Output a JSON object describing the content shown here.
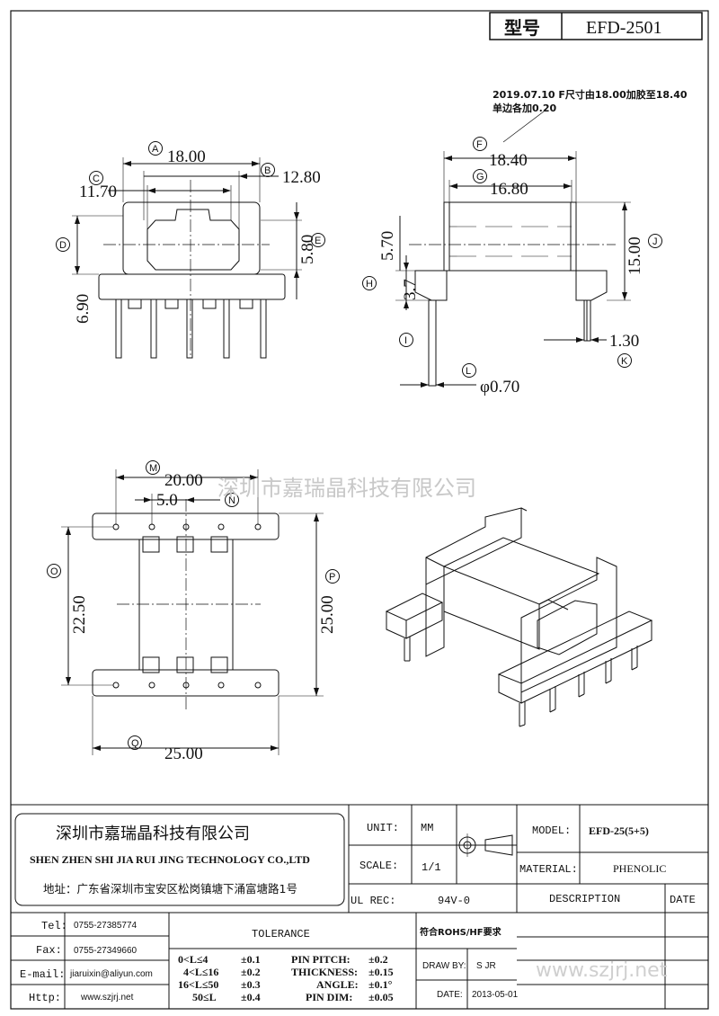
{
  "header": {
    "label": "型号",
    "model": "EFD-2501"
  },
  "note": {
    "line1": "2019.07.10 F尺寸由18.00加胶至18.40",
    "line2": "单边各加0.20"
  },
  "dims": {
    "A": {
      "letter": "A",
      "value": "18.00"
    },
    "B": {
      "letter": "B",
      "value": "12.80"
    },
    "C": {
      "letter": "C",
      "value": "11.70"
    },
    "D": {
      "letter": "D",
      "value": "6.90"
    },
    "E": {
      "letter": "E",
      "value": "5.80"
    },
    "F": {
      "letter": "F",
      "value": "18.40"
    },
    "G": {
      "letter": "G",
      "value": "16.80"
    },
    "H": {
      "letter": "H",
      "value": "3.7"
    },
    "H2": {
      "value": "5.70"
    },
    "I": {
      "letter": "I"
    },
    "J": {
      "letter": "J",
      "value": "15.00"
    },
    "K": {
      "letter": "K",
      "value": "1.30"
    },
    "L": {
      "letter": "L",
      "value": "φ0.70"
    },
    "M": {
      "letter": "M",
      "value": "20.00"
    },
    "N": {
      "letter": "N",
      "value": "5.0"
    },
    "O": {
      "letter": "O",
      "value": "22.50"
    },
    "P": {
      "letter": "P",
      "value": "25.00"
    },
    "Q": {
      "letter": "Q",
      "value": "25.00"
    }
  },
  "watermark": {
    "center": "深圳市嘉瑞晶科技有限公司",
    "corner": "www.szjrj.net"
  },
  "titleblock": {
    "company_cn": "深圳市嘉瑞晶科技有限公司",
    "company_en": "SHEN ZHEN SHI   JIA RUI JING   TECHNOLOGY CO.,LTD",
    "address": "地址：广东省深圳市宝安区松岗镇塘下涌富塘路1号",
    "unit_label": "UNIT:",
    "unit_value": "MM",
    "scale_label": "SCALE:",
    "scale_value": "1/1",
    "ulrec_label": "UL REC:",
    "ulrec_value": "94V-0",
    "model_label": "MODEL:",
    "model_value": "EFD-25(5+5)",
    "material_label": "MATERIAL:",
    "material_value": "PHENOLIC",
    "description_label": "DESCRIPTION",
    "date_label": "DATE",
    "tel_label": "Tel:",
    "tel_value": "0755-27385774",
    "fax_label": "Fax:",
    "fax_value": "0755-27349660",
    "email_label": "E-mail:",
    "email_value": "jiaruixin@aliyun.com",
    "http_label": "Http:",
    "http_value": "www.szjrj.net",
    "tolerance_label": "TOLERANCE",
    "rohs": "符合ROHS/HF要求",
    "tol": [
      {
        "range": "0<L≤4",
        "val": "±0.1"
      },
      {
        "range": "4<L≤16",
        "val": "±0.2"
      },
      {
        "range": "16<L≤50",
        "val": "±0.3"
      },
      {
        "range": "50≤L",
        "val": "±0.4"
      }
    ],
    "pin": [
      {
        "label": "PIN PITCH:",
        "val": "±0.2"
      },
      {
        "label": "THICKNESS:",
        "val": "±0.15"
      },
      {
        "label": "ANGLE:",
        "val": "±0.1°"
      },
      {
        "label": "PIN DIM:",
        "val": "±0.05"
      }
    ],
    "drawby_label": "DRAW BY:",
    "drawby_value": "S JR",
    "date_field_label": "DATE:",
    "date_field_value": "2013-05-01"
  }
}
